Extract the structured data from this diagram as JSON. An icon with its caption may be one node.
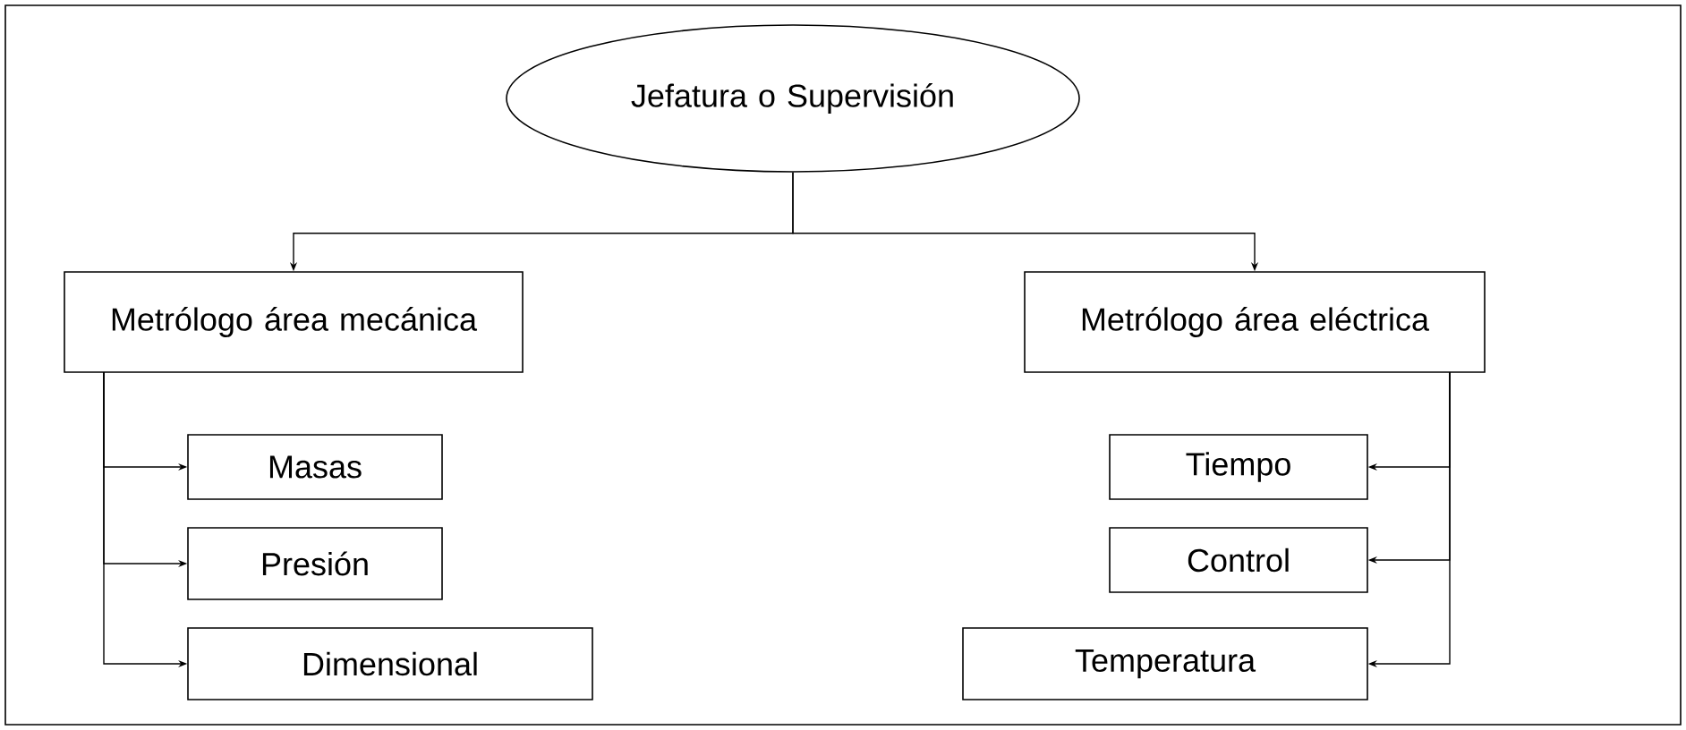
{
  "diagram": {
    "nodes": [
      {
        "text": [
          "Jefatura o Supervisión"
        ]
      },
      {
        "text": [
          "Metrólogo área mecánica"
        ]
      },
      {
        "text": [
          "Metrólogo área eléctrica"
        ]
      },
      {
        "text": [
          "Masas"
        ]
      },
      {
        "text": [
          "Presión"
        ]
      },
      {
        "text": [
          "Dimensional"
        ]
      },
      {
        "text": [
          "Tiempo"
        ]
      },
      {
        "text": [
          "Control"
        ]
      },
      {
        "text": [
          "Temperatura"
        ]
      }
    ],
    "edges": [
      {
        "from": 0,
        "to": 1,
        "arrow": "to"
      },
      {
        "from": 0,
        "to": 2,
        "arrow": "to"
      },
      {
        "from": 1,
        "to": 3,
        "arrow": "to"
      },
      {
        "from": 1,
        "to": 4,
        "arrow": "to"
      },
      {
        "from": 1,
        "to": 5,
        "arrow": "to"
      },
      {
        "from": 2,
        "to": 6,
        "arrow": "to"
      },
      {
        "from": 2,
        "to": 7,
        "arrow": "to"
      },
      {
        "from": 2,
        "to": 8,
        "arrow": "to"
      }
    ]
  }
}
